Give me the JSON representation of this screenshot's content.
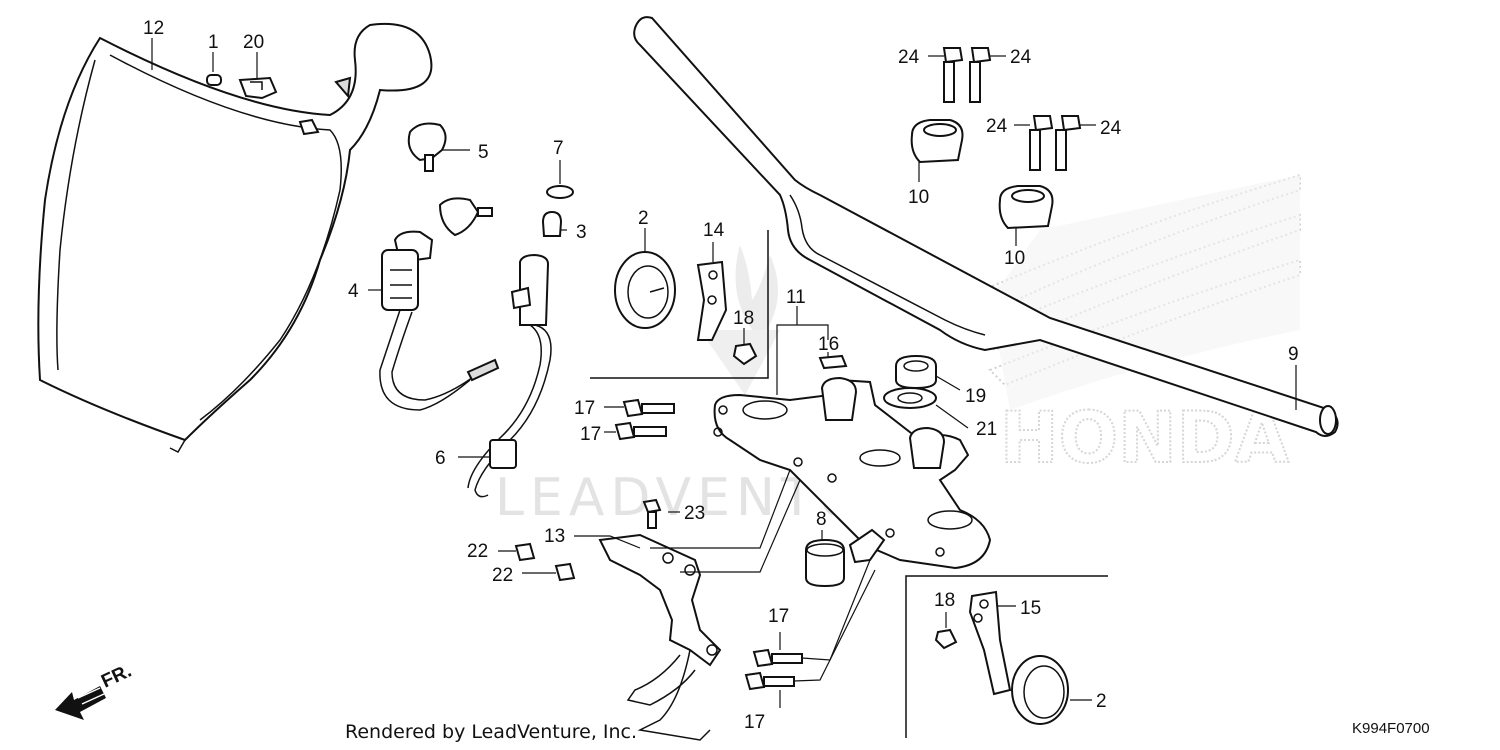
{
  "diagram": {
    "footer": "Rendered by LeadVenture, Inc.",
    "code": "K994F0700",
    "watermark": "LEADVENTURE",
    "brand_mark": "HONDA",
    "direction_label": "FR.",
    "callouts": {
      "c1": "1",
      "c20": "20",
      "c12": "12",
      "c5": "5",
      "c7": "7",
      "c3": "3",
      "c4": "4",
      "c6": "6",
      "c2a": "2",
      "c14": "14",
      "c18a": "18",
      "c11": "11",
      "c16": "16",
      "c19": "19",
      "c21": "21",
      "c9": "9",
      "c24a": "24",
      "c24b": "24",
      "c24c": "24",
      "c24d": "24",
      "c10a": "10",
      "c10b": "10",
      "c17a": "17",
      "c17b": "17",
      "c17c": "17",
      "c17d": "17",
      "c23": "23",
      "c13": "13",
      "c22a": "22",
      "c22b": "22",
      "c8": "8",
      "c18b": "18",
      "c15": "15",
      "c2b": "2"
    }
  }
}
